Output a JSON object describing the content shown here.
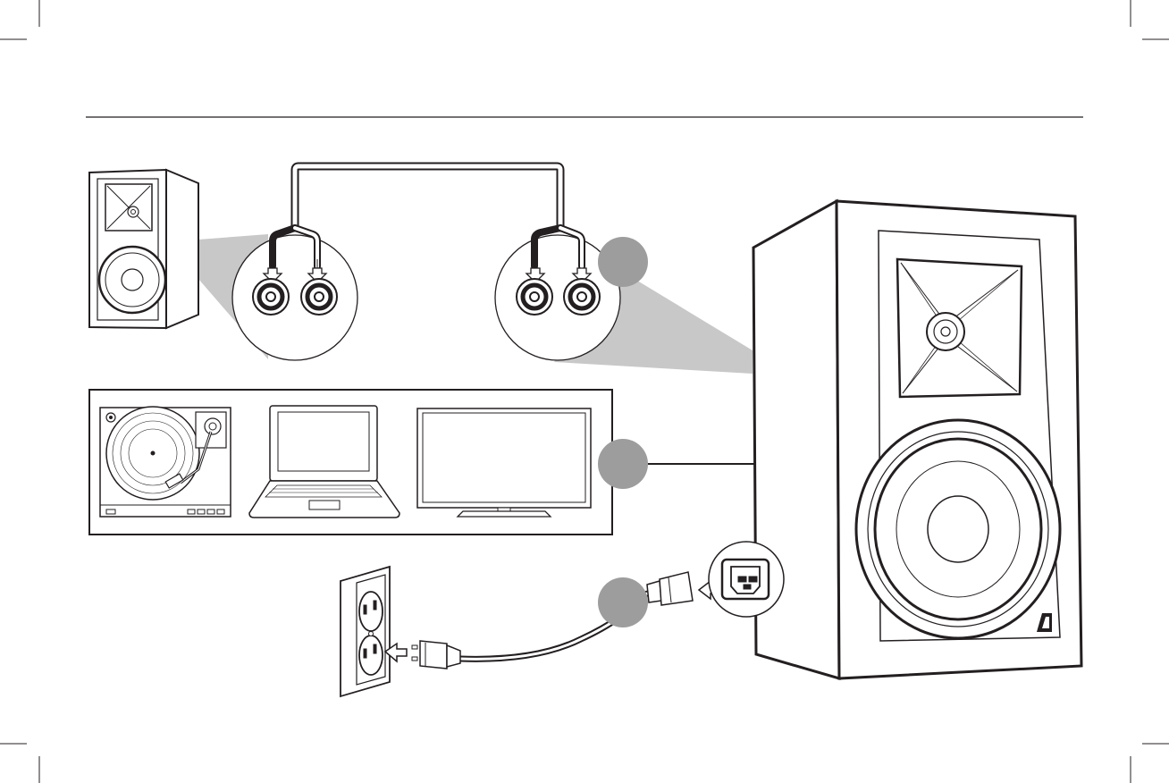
{
  "diagram": {
    "colors": {
      "line": "#231f20",
      "badge": "#9d9d9d",
      "zoom_fill": "#c8c8c8",
      "background": "#ffffff"
    },
    "badges": [
      {
        "label": ""
      },
      {
        "label": ""
      },
      {
        "label": ""
      }
    ],
    "parts": {
      "passive_speaker": "passive-speaker",
      "powered_speaker": "powered-speaker",
      "speaker_wire": "speaker-wire",
      "audio_sources": [
        "turntable",
        "laptop",
        "television"
      ],
      "power_outlet": "wall-outlet",
      "power_cord": "power-cord",
      "power_inlet": "ac-inlet"
    }
  }
}
